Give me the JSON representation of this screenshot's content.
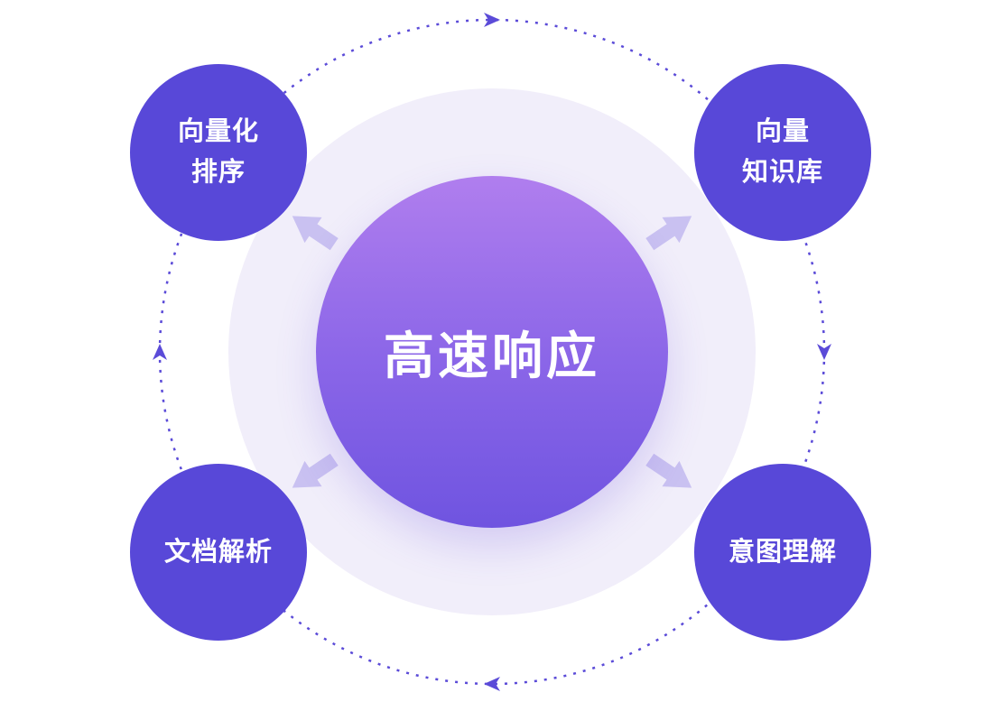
{
  "center": {
    "label": "高速响应"
  },
  "satellites": [
    {
      "id": "top-left",
      "lines": [
        "向量化",
        "排序"
      ]
    },
    {
      "id": "top-right",
      "lines": [
        "向量",
        "知识库"
      ]
    },
    {
      "id": "bottom-left",
      "lines": [
        "文档解析"
      ]
    },
    {
      "id": "bottom-right",
      "lines": [
        "意图理解"
      ]
    }
  ],
  "colors": {
    "center_gradient_top": "#b07eee",
    "center_gradient_bottom": "#6f54e0",
    "satellite_fill": "#5848d8",
    "halo_fill": "#f1eefa",
    "orbit_stroke": "#5b4bd8",
    "outward_arrow_fill": "#c9c1f1",
    "text_color": "#ffffff"
  }
}
